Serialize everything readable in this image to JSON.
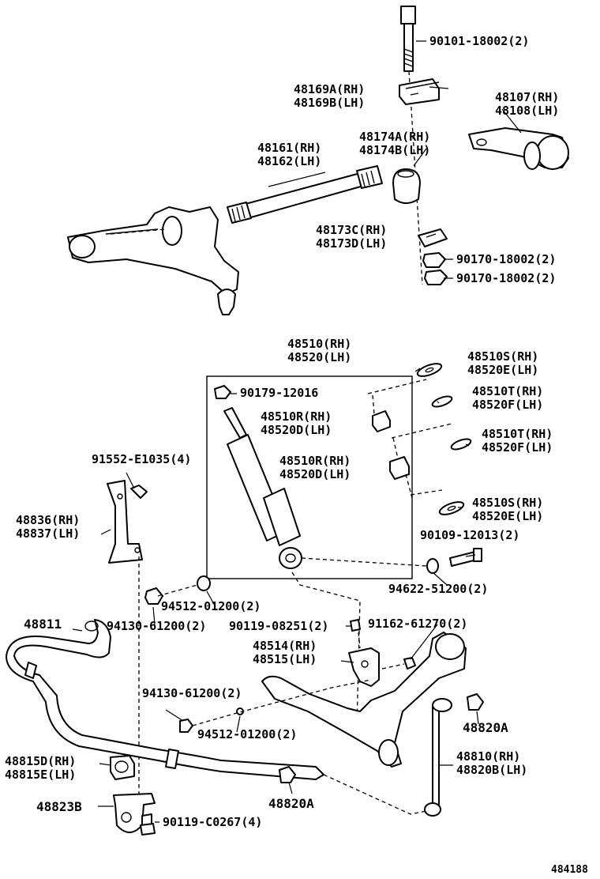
{
  "diagram_number": "484188",
  "callouts": [
    {
      "id": "bolt-top",
      "lines": [
        "90101-18002(2)"
      ]
    },
    {
      "id": "cushion-48169",
      "lines": [
        "48169A(RH)",
        "48169B(LH)"
      ]
    },
    {
      "id": "arm-48107",
      "lines": [
        "48107(RH)",
        "48108(LH)"
      ]
    },
    {
      "id": "retainer-48174",
      "lines": [
        "48174A(RH)",
        "48174B(LH)"
      ]
    },
    {
      "id": "torsion-bar",
      "lines": [
        "48161(RH)",
        "48162(LH)"
      ]
    },
    {
      "id": "seat-48173",
      "lines": [
        "48173C(RH)",
        "48173D(LH)"
      ]
    },
    {
      "id": "nut-a",
      "lines": [
        "90170-18002(2)"
      ]
    },
    {
      "id": "nut-b",
      "lines": [
        "90170-18002(2)"
      ]
    },
    {
      "id": "shock-absorber",
      "lines": [
        "48510(RH)",
        "48520(LH)"
      ]
    },
    {
      "id": "retainer-s-top",
      "lines": [
        "48510S(RH)",
        "48520E(LH)"
      ]
    },
    {
      "id": "nut-90179",
      "lines": [
        "90179-12016"
      ]
    },
    {
      "id": "retainer-t-1",
      "lines": [
        "48510T(RH)",
        "48520F(LH)"
      ]
    },
    {
      "id": "cushion-r-1",
      "lines": [
        "48510R(RH)",
        "48520D(LH)"
      ]
    },
    {
      "id": "retainer-t-2",
      "lines": [
        "48510T(RH)",
        "48520F(LH)"
      ]
    },
    {
      "id": "cushion-r-2",
      "lines": [
        "48510R(RH)",
        "48520D(LH)"
      ]
    },
    {
      "id": "bolt-91552",
      "lines": [
        "91552-E1035(4)"
      ]
    },
    {
      "id": "retainer-s-bottom",
      "lines": [
        "48510S(RH)",
        "48520E(LH)"
      ]
    },
    {
      "id": "bracket-48836",
      "lines": [
        "48836(RH)",
        "48837(LH)"
      ]
    },
    {
      "id": "bolt-90109",
      "lines": [
        "90109-12013(2)"
      ]
    },
    {
      "id": "washer-94622",
      "lines": [
        "94622-51200(2)"
      ]
    },
    {
      "id": "washer-94512-a",
      "lines": [
        "94512-01200(2)"
      ]
    },
    {
      "id": "stabilizer-bar",
      "lines": [
        "48811"
      ]
    },
    {
      "id": "nut-94130-a",
      "lines": [
        "94130-61200(2)"
      ]
    },
    {
      "id": "bolt-90119-08251",
      "lines": [
        "90119-08251(2)"
      ]
    },
    {
      "id": "bolt-91162",
      "lines": [
        "91162-61270(2)"
      ]
    },
    {
      "id": "bracket-48514",
      "lines": [
        "48514(RH)",
        "48515(LH)"
      ]
    },
    {
      "id": "nut-94130-b",
      "lines": [
        "94130-61200(2)"
      ]
    },
    {
      "id": "cushion-48820a-right",
      "lines": [
        "48820A"
      ]
    },
    {
      "id": "washer-94512-b",
      "lines": [
        "94512-01200(2)"
      ]
    },
    {
      "id": "bushing-48815",
      "lines": [
        "48815D(RH)",
        "48815E(LH)"
      ]
    },
    {
      "id": "link-48810",
      "lines": [
        "48810(RH)",
        "48820B(LH)"
      ]
    },
    {
      "id": "cushion-48820a-bottom",
      "lines": [
        "48820A"
      ]
    },
    {
      "id": "bracket-48823",
      "lines": [
        "48823B"
      ]
    },
    {
      "id": "bolt-90119-c0267",
      "lines": [
        "90119-C0267(4)"
      ]
    }
  ]
}
